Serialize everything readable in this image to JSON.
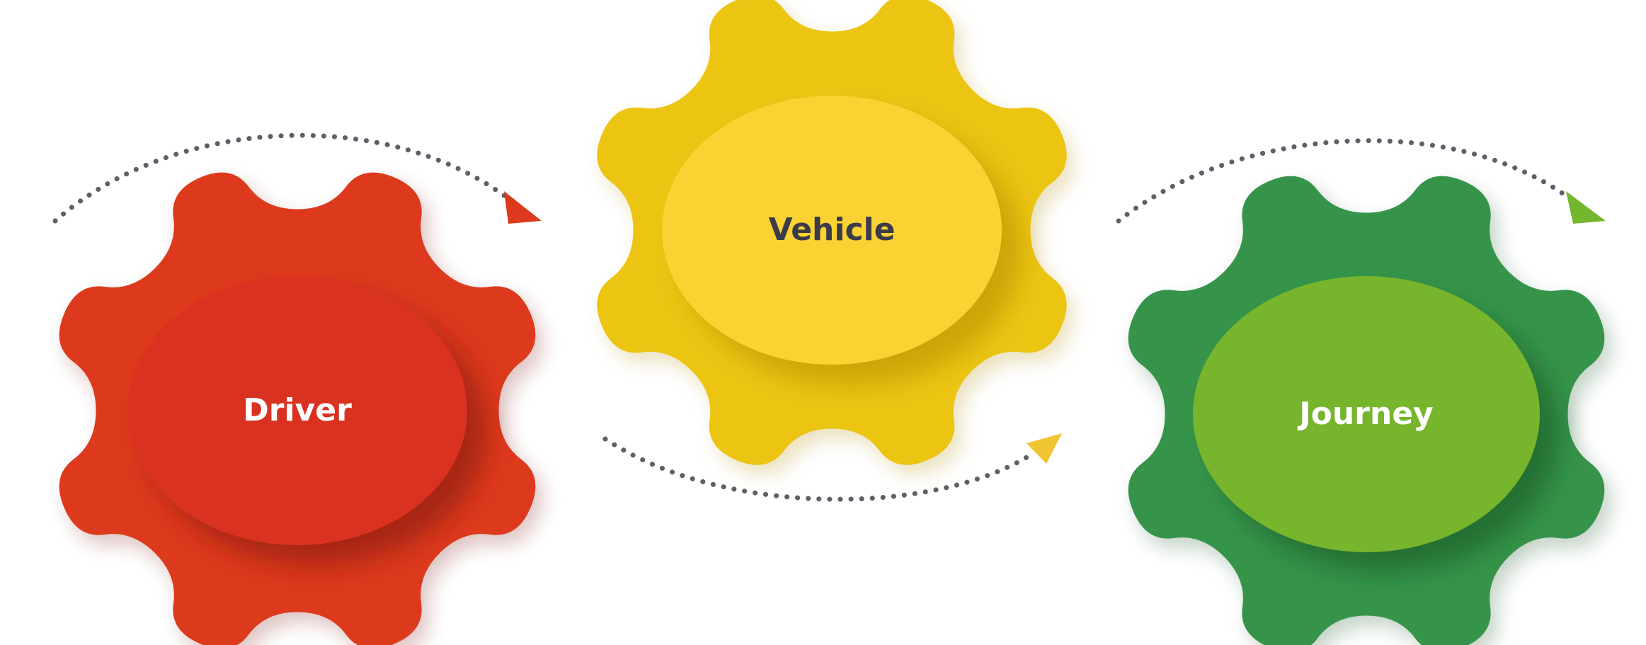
{
  "colors": {
    "background": "#ffffff",
    "arrow_dots": "#5d6068"
  },
  "gears": [
    {
      "id": "driver",
      "label": "Driver",
      "gear_color": "#dd3a1d",
      "hub_color": "#d93220",
      "shadow_color": "#7a1408",
      "label_color": "#ffffff"
    },
    {
      "id": "vehicle",
      "label": "Vehicle",
      "gear_color": "#ecc412",
      "hub_color": "#fad232",
      "shadow_color": "#b08a06",
      "label_color": "#3b3b49"
    },
    {
      "id": "journey",
      "label": "Journey",
      "gear_color": "#36944a",
      "hub_color": "#77b52c",
      "shadow_color": "#155223",
      "label_color": "#ffffff"
    }
  ],
  "arrows": [
    {
      "id": "driver-to-vehicle",
      "from": "driver",
      "to": "vehicle",
      "head_color": "#dd3a1d"
    },
    {
      "id": "vehicle-to-journey-lower",
      "from": "vehicle",
      "to": "journey",
      "head_color": "#f1c531"
    },
    {
      "id": "journey-outgoing",
      "from": "journey",
      "to": "",
      "head_color": "#74b72f"
    }
  ]
}
